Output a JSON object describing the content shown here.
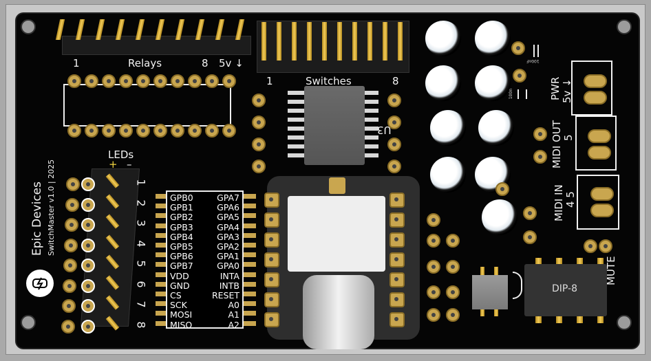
{
  "board": {
    "brand": "Epic Devices",
    "subtitle": "SwitchMaster v1.0 | 2025",
    "logo_icon": "vacuum-tube-lightning-icon"
  },
  "relays": {
    "first": "1",
    "label": "Relays",
    "last": "8",
    "power": "5v ↓"
  },
  "switches": {
    "first": "1",
    "label": "Switches",
    "last": "8"
  },
  "u3": {
    "label": "U3"
  },
  "leds": {
    "label": "LEDs",
    "plus": "+",
    "minus": "–",
    "numbers": [
      "1",
      "2",
      "3",
      "4",
      "5",
      "6",
      "7",
      "8"
    ]
  },
  "expander": {
    "left": [
      "GPB0",
      "GPB1",
      "GPB2",
      "GPB3",
      "GPB4",
      "GPB5",
      "GPB6",
      "GPB7",
      "VDD",
      "GND",
      "CS",
      "SCK",
      "MOSI",
      "MISO"
    ],
    "right": [
      "GPA7",
      "GPA6",
      "GPA5",
      "GPA4",
      "GPA3",
      "GPA2",
      "GPA1",
      "GPA0",
      "INTA",
      "INTB",
      "RESET",
      "A0",
      "A1",
      "A2"
    ]
  },
  "caps": {
    "small1": "100nF",
    "small2": "100n"
  },
  "connectors": {
    "pwr": {
      "label": "PWR",
      "sub": "5v ↓"
    },
    "midi_out": {
      "label": "MIDI OUT",
      "sub": "5"
    },
    "midi_in": {
      "label": "MIDI IN",
      "sub": "4   5"
    }
  },
  "dip8": {
    "label": "DIP-8"
  },
  "mute": {
    "label": "MUTE"
  }
}
